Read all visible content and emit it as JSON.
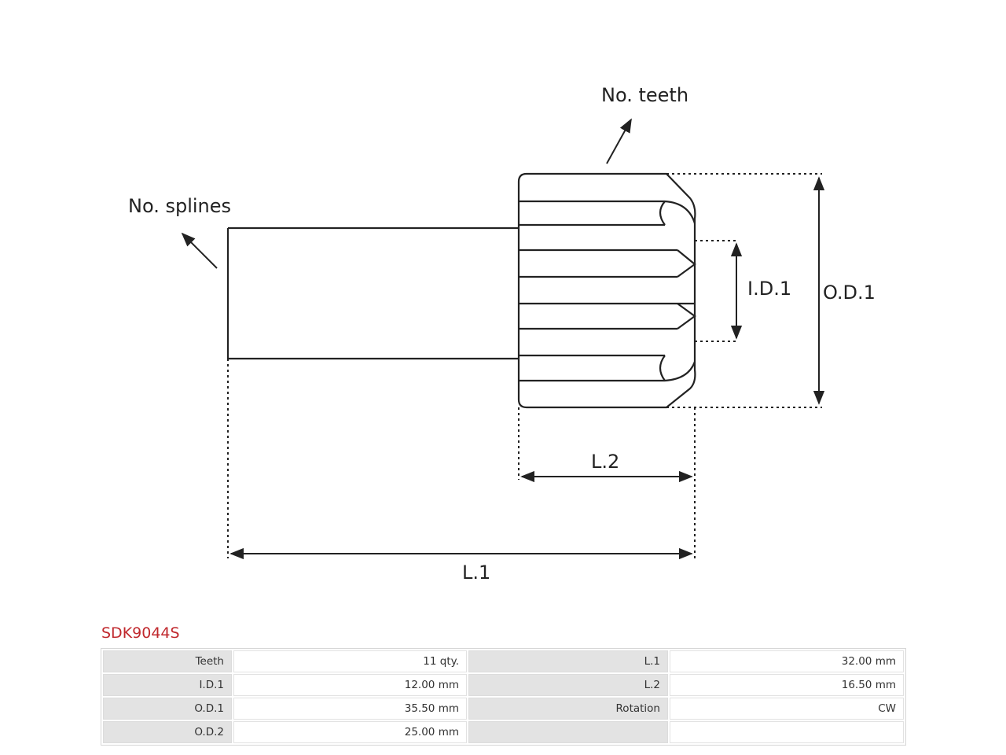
{
  "diagram": {
    "labels": {
      "no_teeth": "No. teeth",
      "no_splines": "No. splines",
      "id1": "I.D.1",
      "od1": "O.D.1",
      "l2": "L.2",
      "l1": "L.1"
    }
  },
  "part_code": "SDK9044S",
  "colors": {
    "part_code": "#c0282d",
    "key_cell_bg": "#e3e3e3",
    "line": "#222222"
  },
  "specs": [
    [
      {
        "label": "Teeth",
        "value": "11 qty."
      },
      {
        "label": "L.1",
        "value": "32.00 mm"
      }
    ],
    [
      {
        "label": "I.D.1",
        "value": "12.00 mm"
      },
      {
        "label": "L.2",
        "value": "16.50 mm"
      }
    ],
    [
      {
        "label": "O.D.1",
        "value": "35.50 mm"
      },
      {
        "label": "Rotation",
        "value": "CW"
      }
    ],
    [
      {
        "label": "O.D.2",
        "value": "25.00 mm"
      },
      {
        "label": "",
        "value": ""
      }
    ]
  ]
}
